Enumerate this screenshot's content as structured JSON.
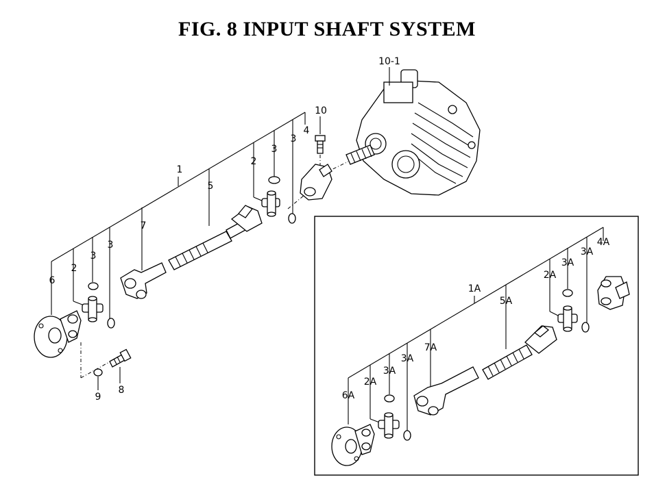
{
  "title": "FIG. 8 INPUT SHAFT SYSTEM",
  "labels": {
    "l_10_1": "10-1",
    "l_10": "10",
    "l_1": "1",
    "l_2_top": "2",
    "l_3_top_a": "3",
    "l_3_top_b": "3",
    "l_4": "4",
    "l_5": "5",
    "l_7": "7",
    "l_6": "6",
    "l_2_left": "2",
    "l_3_left_a": "3",
    "l_3_left_b": "3",
    "l_9": "9",
    "l_8": "8",
    "l_1A": "1A",
    "l_2A_top": "2A",
    "l_3A_top_a": "3A",
    "l_3A_top_b": "3A",
    "l_4A": "4A",
    "l_5A": "5A",
    "l_7A": "7A",
    "l_6A": "6A",
    "l_2A_left": "2A",
    "l_3A_left_a": "3A",
    "l_3A_left_b": "3A"
  }
}
